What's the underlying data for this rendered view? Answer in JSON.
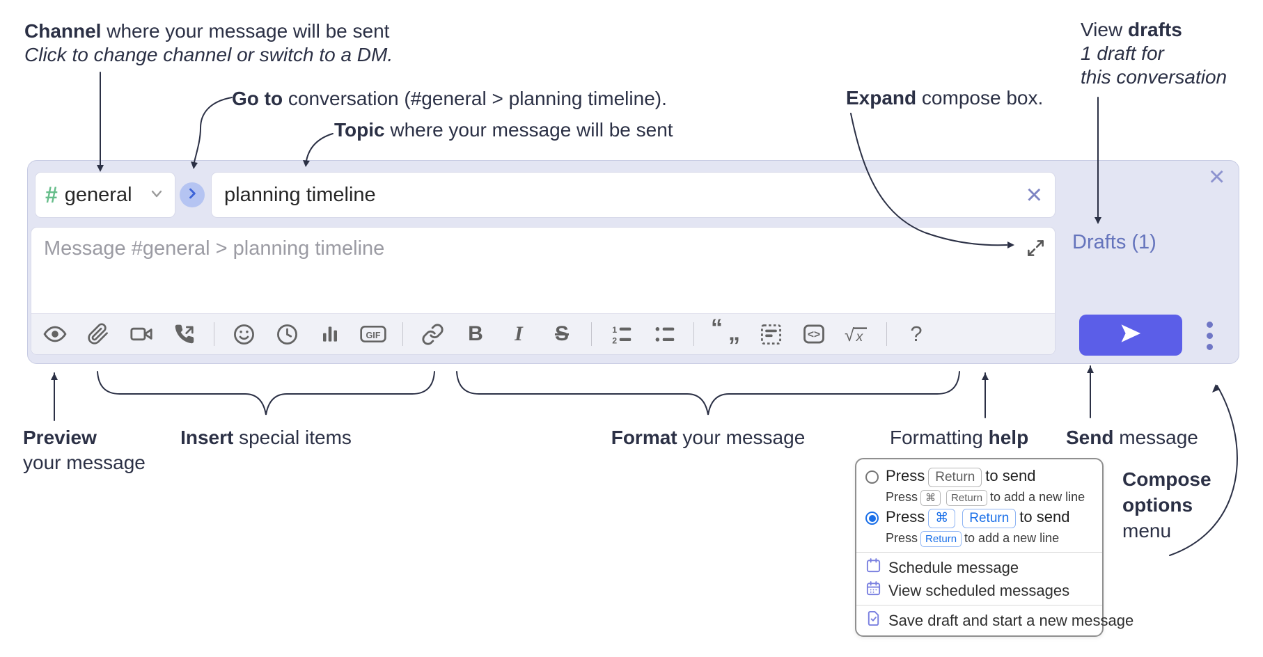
{
  "annotations": {
    "channel": {
      "bold": "Channel",
      "rest": " where your message will be sent",
      "sub": "Click to change channel or switch to a DM."
    },
    "goto": {
      "bold": "Go to",
      "rest": " conversation (#general > planning timeline)."
    },
    "topic": {
      "bold": "Topic",
      "rest": " where your message will be sent"
    },
    "expand": {
      "bold": "Expand",
      "rest": " compose box."
    },
    "view_drafts": {
      "pre": "View ",
      "bold": "drafts",
      "line2": "1 draft for",
      "line3": "this conversation"
    },
    "preview": {
      "bold": "Preview",
      "line2": "your message"
    },
    "insert": {
      "bold": "Insert",
      "rest": " special items"
    },
    "format": {
      "bold": "Format",
      "rest": " your message"
    },
    "formatting_help": {
      "pre": "Formatting ",
      "bold": "help"
    },
    "send": {
      "bold": "Send",
      "rest": " message"
    },
    "compose_options": {
      "line1": "Compose",
      "line2": "options",
      "line3": "menu"
    }
  },
  "compose": {
    "channel": {
      "hash": "#",
      "name": "general"
    },
    "topic_value": "planning timeline",
    "topic_clear": "×",
    "close_x": "×",
    "message_placeholder": "Message #general > planning timeline",
    "drafts_link": "Drafts (1)",
    "toolbar_icons": [
      "preview-eye",
      "attach-file",
      "start-video-call",
      "start-voice-call",
      "emoji",
      "time",
      "poll",
      "gif",
      "link",
      "bold",
      "italic",
      "strikethrough",
      "numbered-list",
      "bulleted-list",
      "quote",
      "spoiler",
      "code",
      "math",
      "help"
    ],
    "toolbar_glyphs": {
      "gif": "GIF",
      "bold": "B",
      "italic": "I",
      "strike": "S",
      "ol1": "1",
      "ol2": "2",
      "quote_open": "“",
      "quote_close": "”",
      "code": "<>",
      "sqrt": "√",
      "math_x": "x",
      "help": "?"
    }
  },
  "options_menu": {
    "radios": [
      {
        "selected": false,
        "press": "Press",
        "key1": "Return",
        "after": "to send",
        "sub_press": "Press",
        "sub_key1": "⌘",
        "sub_key2": "Return",
        "sub_after": "to add a new line"
      },
      {
        "selected": true,
        "press": "Press",
        "key1": "⌘",
        "key2": "Return",
        "after": "to send",
        "sub_press": "Press",
        "sub_key1": "Return",
        "sub_after": "to add a new line"
      }
    ],
    "items": [
      {
        "icon": "calendar-icon",
        "label": "Schedule message"
      },
      {
        "icon": "calendar-grid-icon",
        "label": "View scheduled messages"
      },
      {
        "icon": "save-draft-icon",
        "label": "Save draft and start a new message"
      }
    ]
  },
  "colors": {
    "compose_bg": "#e3e5f3",
    "send_button": "#5b5ee8",
    "drafts_link": "#6574bc",
    "hash_green": "#66bd8a",
    "goto_circle": "#b5c4f2",
    "goto_arrow": "#3c63d8",
    "radio_selected": "#1a6fe8",
    "menu_icon": "#7a80e0",
    "annotation_text": "#2b3045",
    "toolbar_icon": "#636363"
  }
}
